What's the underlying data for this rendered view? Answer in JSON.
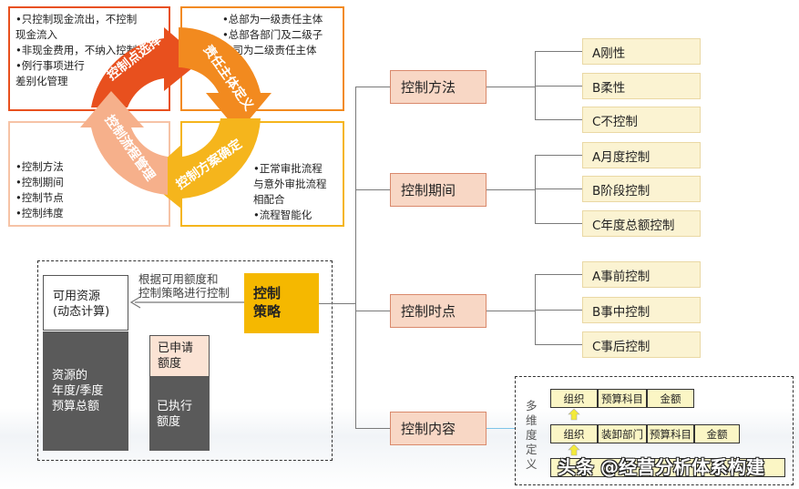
{
  "quadrants": {
    "top_left": "•只控制现金流出，不控制\n现金流入\n•非现金费用，不纳入控制\n•例行事项进行\n差别化管理",
    "top_right": "•总部为一级责任主体\n•总部各部门及二级子\n公司为二级责任主体",
    "bottom_left": "•控制方法\n•控制期间\n•控制节点\n•控制纬度",
    "bottom_right": "•正常审批流程\n与意外审批流程\n相配合\n•流程智能化"
  },
  "cycle": {
    "arrow1": "控制点选择",
    "arrow2": "责任主体定义",
    "arrow3": "控制方案确定",
    "arrow4": "控制流程管理",
    "colors": {
      "red": "#e8501e",
      "orange": "#f28a1f",
      "yellow": "#f5b51c",
      "peach": "#f6b08b"
    }
  },
  "resource": {
    "available": "可用资源\n(动态计算)",
    "total": "资源的\n年度/季度\n预算总额",
    "applied": "已申请\n额度",
    "executed": "已执行\n额度",
    "arrow_note": "根据可用额度和\n控制策略进行控制",
    "strategy": "控制\n策略"
  },
  "tree": {
    "nodes": [
      {
        "label": "控制方法",
        "leaves": [
          "A刚性",
          "B柔性",
          "C不控制"
        ]
      },
      {
        "label": "控制期间",
        "leaves": [
          "A月度控制",
          "B阶段控制",
          "C年度总额控制"
        ]
      },
      {
        "label": "控制时点",
        "leaves": [
          "A事前控制",
          "B事中控制",
          "C事后控制"
        ]
      },
      {
        "label": "控制内容",
        "leaves": []
      }
    ]
  },
  "dimensions": {
    "side_label": "多\n维\n度\n定\n义",
    "row1": [
      "组织",
      "预算科目",
      "金额"
    ],
    "row2": [
      "组织",
      "装卸部门",
      "预算科目",
      "金额"
    ],
    "watermark": "头条 @经营分析体系构建"
  }
}
